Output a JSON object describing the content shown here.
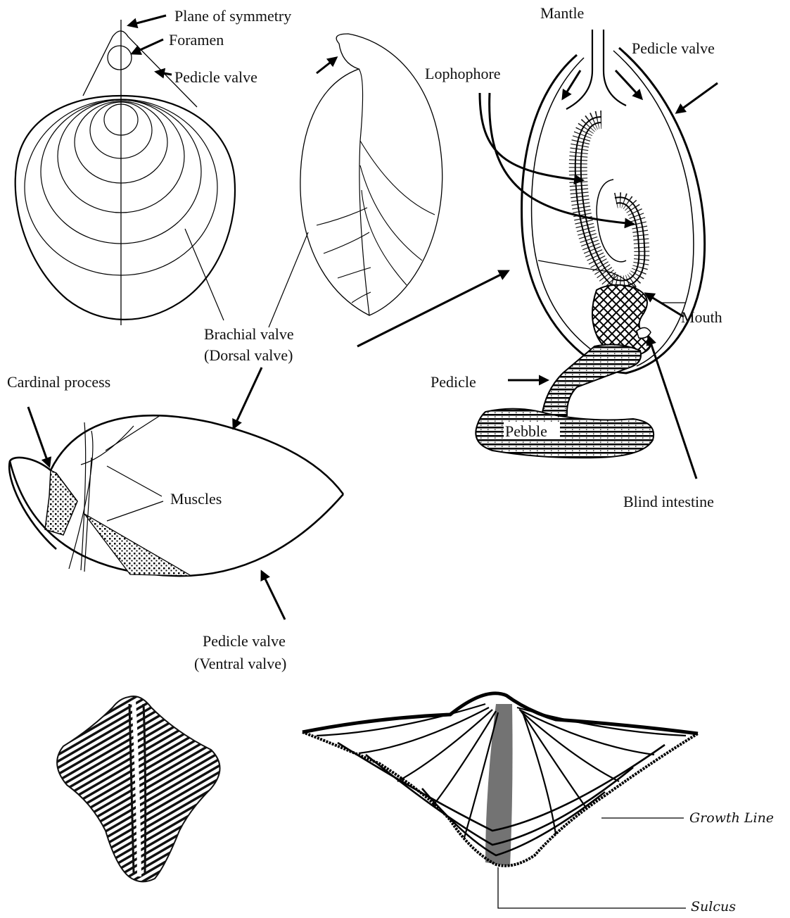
{
  "labels": {
    "plane_of_symmetry": "Plane of symmetry",
    "foramen": "Foramen",
    "pedicle_valve_top_left": "Pedicle valve",
    "mantle": "Mantle",
    "pedicle_valve_top_right": "Pedicle valve",
    "lophophore": "Lophophore",
    "brachial_valve_line1": "Brachial valve",
    "brachial_valve_line2": "(Dorsal valve)",
    "mouth": "Mouth",
    "pedicle": "Pedicle",
    "pebble": "Pebble",
    "blind_intestine": "Blind intestine",
    "cardinal_process": "Cardinal process",
    "muscles": "Muscles",
    "pedicle_valve_bottom_line1": "Pedicle valve",
    "pedicle_valve_bottom_line2": "(Ventral valve)",
    "growth_line": "Growth Line",
    "sulcus": "Sulcus"
  }
}
